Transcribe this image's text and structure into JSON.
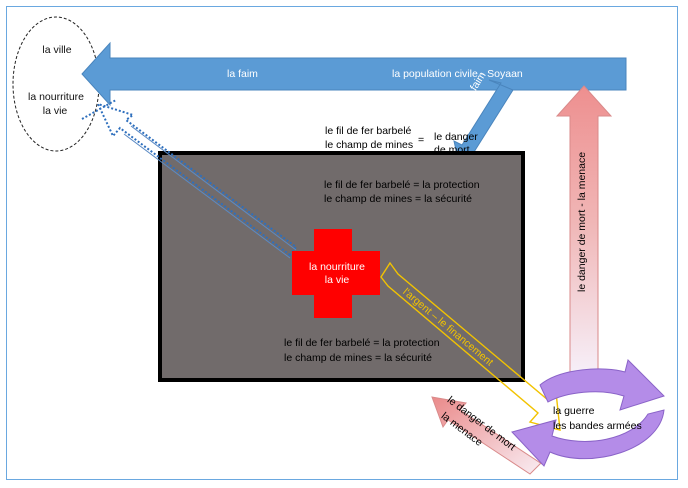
{
  "city": {
    "title": "la ville",
    "line1": "la nourriture",
    "line2": "la vie"
  },
  "hunger_arrow": {
    "label_left": "la faim",
    "label_right": "la population civile - Soyaan",
    "label_diag": "la faim"
  },
  "fence_outside": {
    "line1": "le fil de fer barbelé",
    "line2": "le champ de mines",
    "equals": "=",
    "result1": "le danger",
    "result2": "de  mort"
  },
  "camp": {
    "top_line1": "le fil de fer barbelé = la protection",
    "top_line2": "le champ de mines = la sécurité",
    "bottom_line1": "le fil de fer barbelé = la protection",
    "bottom_line2": "le champ de mines = la sécurité"
  },
  "red_cross": {
    "line1": "la nourriture",
    "line2": "la vie"
  },
  "money_arrow": {
    "label": "l'argent – le financement"
  },
  "threat_arrow_up": {
    "label": "le danger de mort  -  la menace"
  },
  "threat_arrow_diag": {
    "line1": "le danger de mort",
    "line2": "la menace"
  },
  "war_cycle": {
    "line1": "la guerre",
    "line2": "les bandes armées"
  },
  "colors": {
    "blue_arrow": "#5b9bd5",
    "camp_fill": "#716b6b",
    "cross": "#ff0000",
    "pink_arrow": "#f4a3a3",
    "purple_cycle": "#b48ce8",
    "money_outline": "#f2c300"
  }
}
